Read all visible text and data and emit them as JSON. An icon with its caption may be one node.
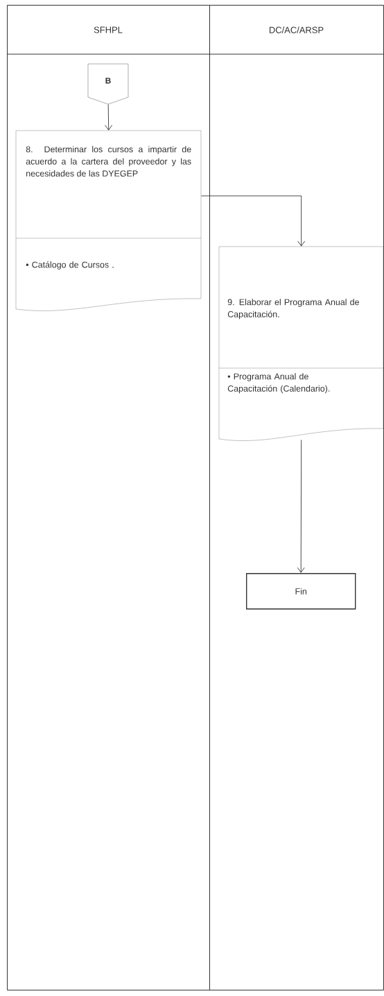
{
  "diagram": {
    "nodes": [
      {
        "text": [
          "SFHPL"
        ]
      },
      {
        "text": [
          "DC/AC/ARSP"
        ]
      },
      {
        "text": [
          "B"
        ],
        "in": 0
      },
      {
        "text": [
          "8. Determinar los cursos a impartir de acuerdo a la cartera del proveedor y las necesidades de las DYEGEP",
          "• Catálogo de Cursos ."
        ],
        "in": 0
      },
      {
        "text": [
          "9. Elaborar el Programa Anual de Capacitación.",
          "• Programa Anual de Capacitación (Calendario)."
        ],
        "in": 1
      },
      {
        "text": [
          "Fin"
        ],
        "in": 1
      }
    ],
    "edges": [
      {
        "from": 2,
        "to": 3,
        "arrow": "to"
      },
      {
        "from": 3,
        "to": 4,
        "arrow": "to"
      },
      {
        "from": 4,
        "to": 5,
        "arrow": "to"
      }
    ]
  }
}
